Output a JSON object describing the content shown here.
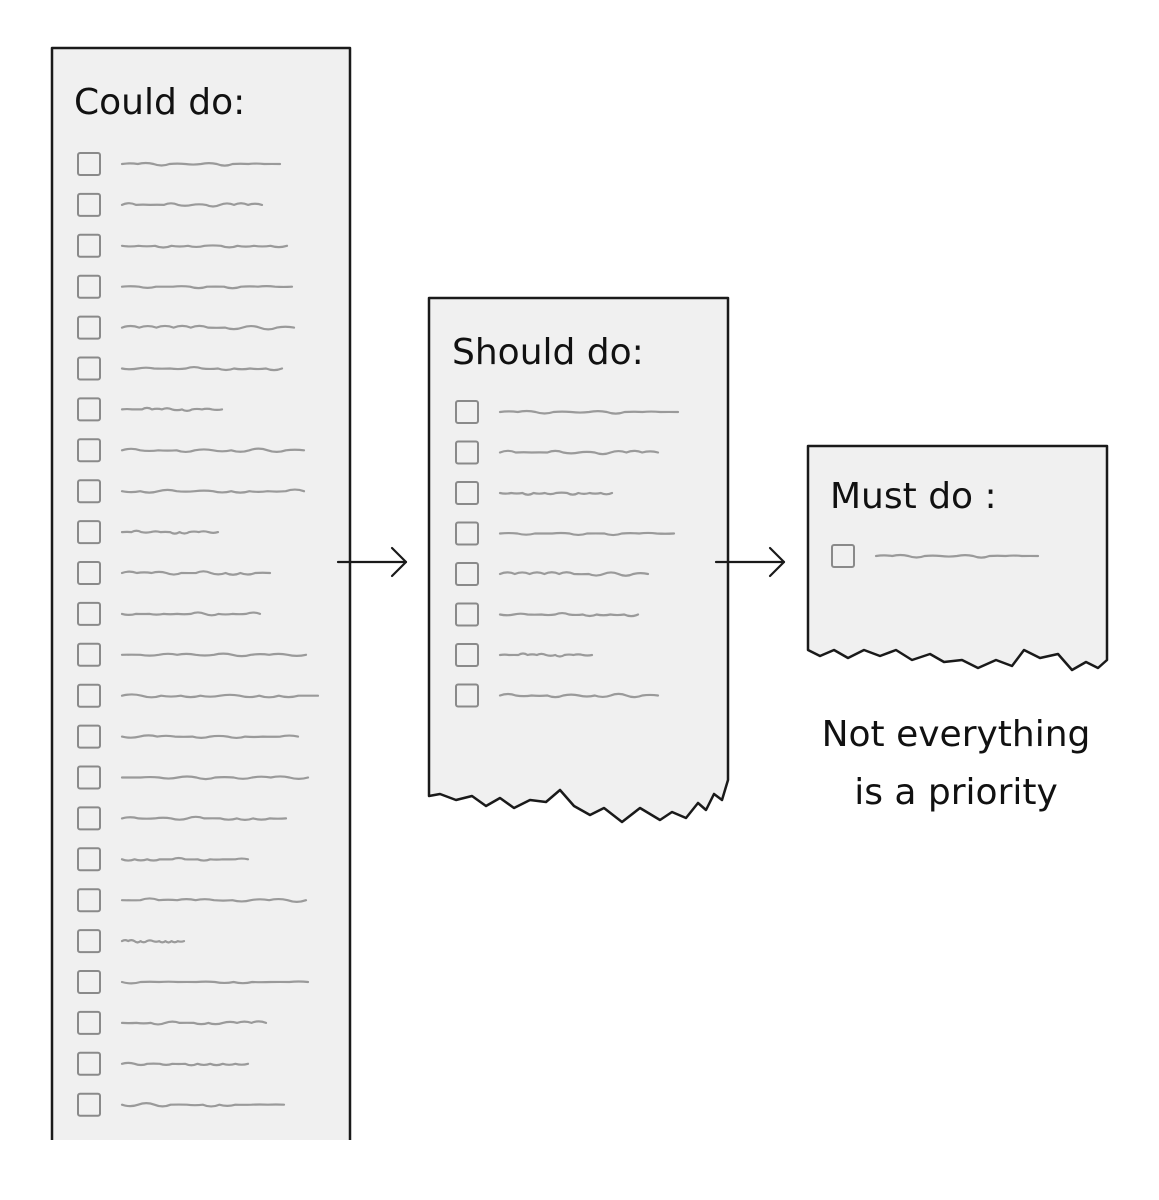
{
  "lists": {
    "could": {
      "title": "Could do:",
      "item_count": 24
    },
    "should": {
      "title": "Should do:",
      "item_count": 8
    },
    "must": {
      "title": "Must do :",
      "item_count": 1
    }
  },
  "caption": {
    "line1": "Not everything",
    "line2": "is a priority"
  },
  "colors": {
    "ink": "#1a1a1a",
    "paper": "#f0f0f0",
    "checkbox": "#8a8a8a",
    "scribble": "#9a9a9a"
  }
}
